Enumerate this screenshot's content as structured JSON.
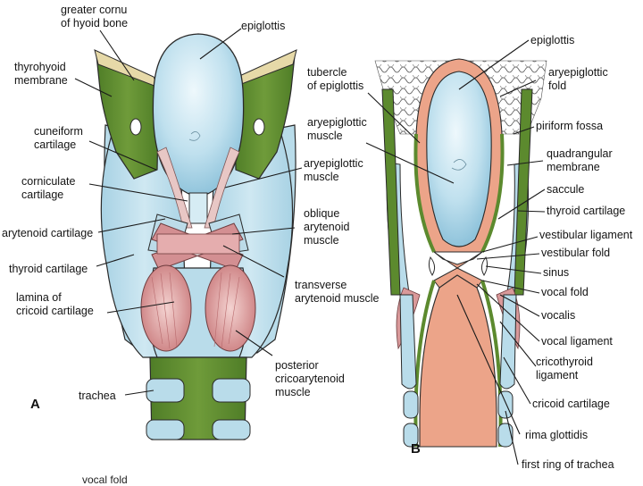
{
  "panel_a": {
    "letter": "A",
    "labels": {
      "greater_cornu": [
        "greater cornu",
        "of hyoid bone"
      ],
      "epiglottis": [
        "epiglottis"
      ],
      "thyrohyoid_membrane": [
        "thyrohyoid",
        "membrane"
      ],
      "cuneiform_cartilage": [
        "cuneiform",
        "cartilage"
      ],
      "corniculate_cartilage": [
        "corniculate",
        "cartilage"
      ],
      "arytenoid_cartilage": [
        "arytenoid cartilage"
      ],
      "thyroid_cartilage": [
        "thyroid cartilage"
      ],
      "lamina_cricoid": [
        "lamina of",
        "cricoid cartilage"
      ],
      "trachea": [
        "trachea"
      ],
      "aryepiglottic_muscle": [
        "aryepiglottic",
        "muscle"
      ],
      "oblique_arytenoid": [
        "oblique",
        "arytenoid",
        "muscle"
      ],
      "transverse_arytenoid": [
        "transverse",
        "arytenoid muscle"
      ],
      "posterior_cricoarytenoid": [
        "posterior",
        "cricoarytenoid",
        "muscle"
      ]
    }
  },
  "panel_b": {
    "letter": "B",
    "labels": {
      "epiglottis": [
        "epiglottis"
      ],
      "tubercle": [
        "tubercle",
        "of epiglottis"
      ],
      "aryepiglottic_fold": [
        "aryepiglottic",
        "fold"
      ],
      "aryepiglottic_muscle": [
        "aryepiglottic",
        "muscle"
      ],
      "piriform_fossa": [
        "piriform fossa"
      ],
      "quadrangular_membrane": [
        "quadrangular",
        "membrane"
      ],
      "saccule": [
        "saccule"
      ],
      "thyroid_cartilage": [
        "thyroid cartilage"
      ],
      "vestibular_ligament": [
        "vestibular ligament"
      ],
      "vestibular_fold": [
        "vestibular fold"
      ],
      "sinus": [
        "sinus"
      ],
      "vocal_fold": [
        "vocal fold"
      ],
      "vocalis": [
        "vocalis"
      ],
      "vocal_ligament": [
        "vocal ligament"
      ],
      "cricothyroid_ligament": [
        "cricothyroid",
        "ligament"
      ],
      "cricoid_cartilage": [
        "cricoid cartilage"
      ],
      "rima_glottidis": [
        "rima glottidis"
      ],
      "first_ring": [
        "first ring of trachea"
      ]
    }
  },
  "bottom_fragment": "vocal fold",
  "colors": {
    "cartilage_blue": "#b9dcea",
    "membrane_green": "#5c8a2e",
    "muscle_pink": "#d9999a",
    "mucosa_salmon": "#eca489",
    "outline": "#2a2a2a",
    "leader": "#1a1a1a"
  }
}
